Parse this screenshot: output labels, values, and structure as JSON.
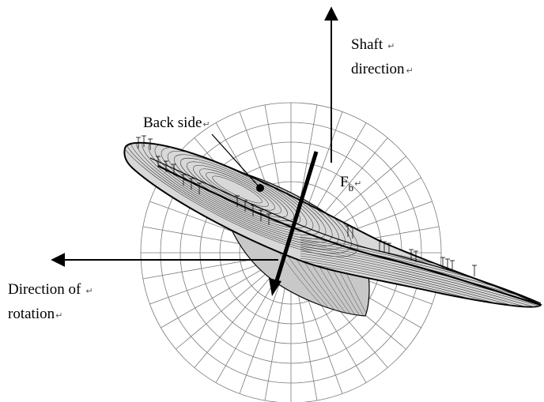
{
  "labels": {
    "shaft_line1": "Shaft",
    "shaft_line2": "direction",
    "back_side": "Back side",
    "force_main": "F",
    "force_sub": "b",
    "rotation_line1": "Direction of",
    "rotation_line2": "rotation"
  },
  "return_mark": "↵",
  "colors": {
    "ink": "#000000",
    "grid": "#7a7a7a",
    "blade_fill": "#c8c8c8",
    "blade_dark": "#9a9a9a",
    "background": "#ffffff"
  }
}
